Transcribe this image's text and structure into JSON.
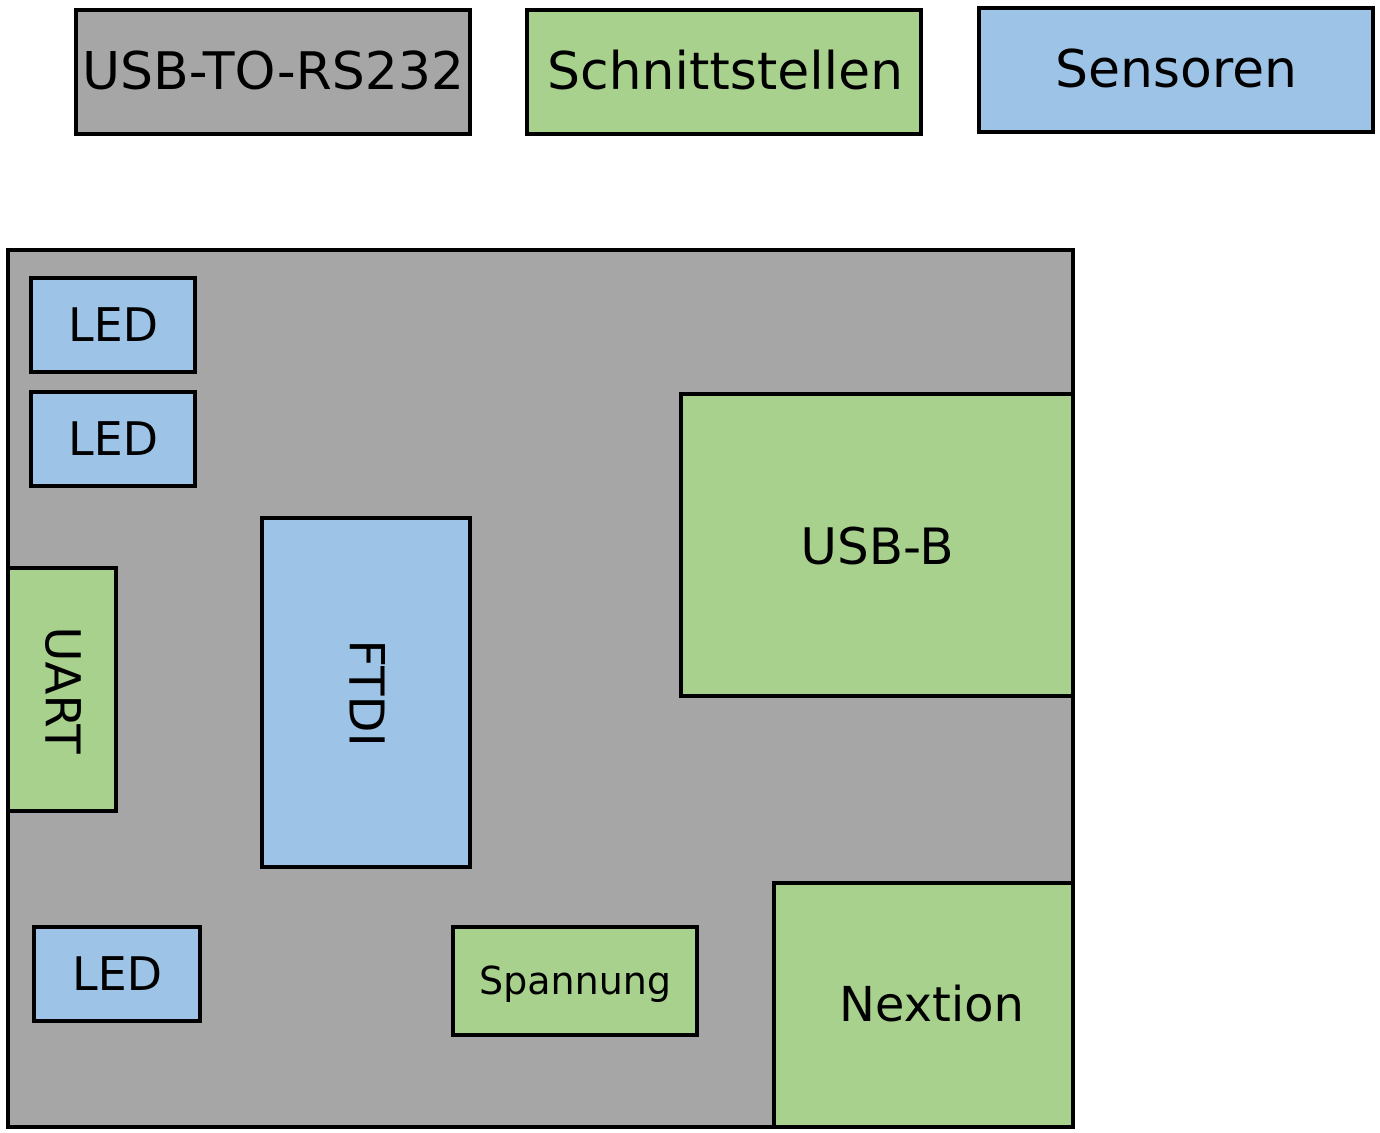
{
  "legend": {
    "usb_to_rs232": "USB-TO-RS232",
    "schnittstellen": "Schnittstellen",
    "sensoren": "Sensoren"
  },
  "board": {
    "led_1": "LED",
    "led_2": "LED",
    "led_3": "LED",
    "uart": "UART",
    "ftdi": "FTDI",
    "usb_b": "USB-B",
    "spannung": "Spannung",
    "nextion": "Nextion"
  },
  "colors": {
    "usb_to_rs232": "#a6a6a6",
    "schnittstellen": "#a9d18e",
    "sensoren": "#9dc3e6",
    "outline": "#000000"
  }
}
